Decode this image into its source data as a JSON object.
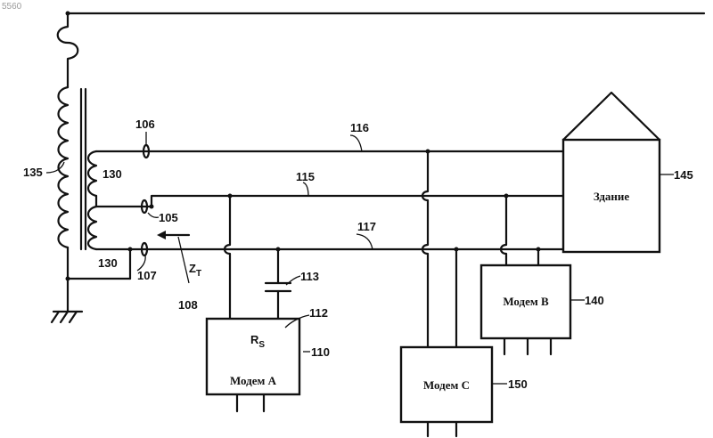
{
  "corner_number": "5560",
  "buildings": {
    "building": "Здание"
  },
  "modems": {
    "a": "Модем A",
    "b": "Модем B",
    "c": "Модем C"
  },
  "symbols": {
    "impedance_main": "Z",
    "impedance_sub": "T",
    "resistor_main": "R",
    "resistor_sub": "S"
  },
  "refs": {
    "r105": "105",
    "r106": "106",
    "r107": "107",
    "r108": "108",
    "r110": "110",
    "r112": "112",
    "r113": "113",
    "r115": "115",
    "r116": "116",
    "r117": "117",
    "r130_top": "130",
    "r130_bottom": "130",
    "r135": "135",
    "r140": "140",
    "r145": "145",
    "r150": "150"
  }
}
